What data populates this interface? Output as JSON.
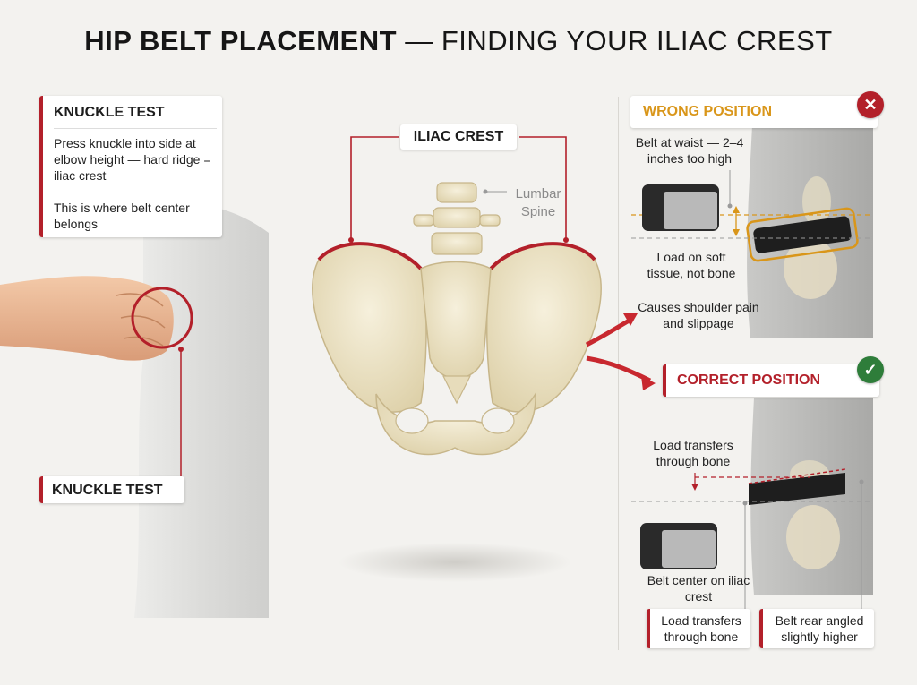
{
  "title": {
    "bold": "HIP BELT PLACEMENT",
    "rest": "— FINDING YOUR ILIAC CREST"
  },
  "knuckle_card": {
    "heading": "KNUCKLE TEST",
    "instruction": "Press knuckle into side at elbow height — hard ridge = iliac crest",
    "note": "This is where belt center belongs"
  },
  "knuckle_label": "KNUCKLE TEST",
  "center": {
    "crest_label": "ILIAC CREST",
    "spine_label": "Lumbar Spine"
  },
  "wrong": {
    "heading": "WRONG POSITION",
    "icon": "x-icon",
    "note1": "Belt at waist — 2–4 inches too high",
    "note2": "Load on soft tissue, not bone",
    "note3": "Causes shoulder pain and slippage"
  },
  "correct": {
    "heading": "CORRECT POSITION",
    "icon": "check-icon",
    "note1": "Load transfers through bone",
    "note2": "Belt center on iliac crest",
    "box1": "Load transfers through bone",
    "box2": "Belt rear angled slightly higher"
  },
  "colors": {
    "accent_red": "#b3202a",
    "wrong_gold": "#d9961a",
    "correct_green": "#2e7d3a",
    "bone": "#ece3c8"
  }
}
